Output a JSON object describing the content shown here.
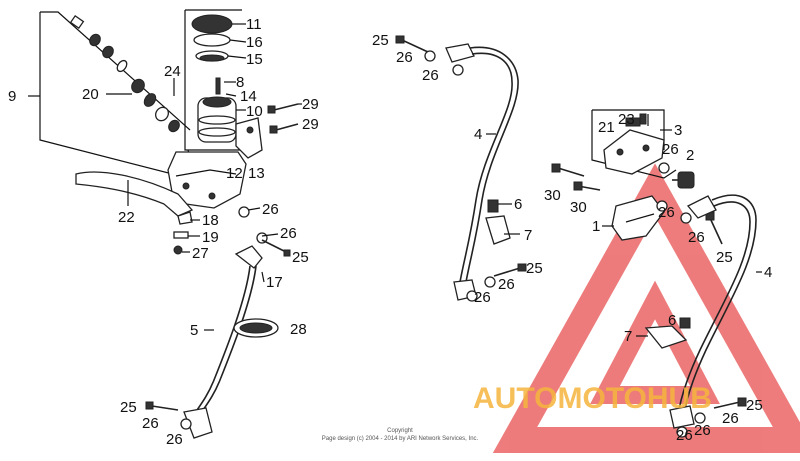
{
  "callouts": [
    {
      "id": "c11",
      "text": "11"
    },
    {
      "id": "c16",
      "text": "16"
    },
    {
      "id": "c15",
      "text": "15"
    },
    {
      "id": "c24",
      "text": "24"
    },
    {
      "id": "c8",
      "text": "8"
    },
    {
      "id": "c14",
      "text": "14"
    },
    {
      "id": "c10",
      "text": "10"
    },
    {
      "id": "c29a",
      "text": "29"
    },
    {
      "id": "c29b",
      "text": "29"
    },
    {
      "id": "c9",
      "text": "9"
    },
    {
      "id": "c20",
      "text": "20"
    },
    {
      "id": "c12",
      "text": "12"
    },
    {
      "id": "c13",
      "text": "13"
    },
    {
      "id": "c22",
      "text": "22"
    },
    {
      "id": "c26a",
      "text": "26"
    },
    {
      "id": "c18",
      "text": "18"
    },
    {
      "id": "c19",
      "text": "19"
    },
    {
      "id": "c27",
      "text": "27"
    },
    {
      "id": "c26b",
      "text": "26"
    },
    {
      "id": "c25a",
      "text": "25"
    },
    {
      "id": "c17",
      "text": "17"
    },
    {
      "id": "c28",
      "text": "28"
    },
    {
      "id": "c5",
      "text": "5"
    },
    {
      "id": "c25b",
      "text": "25"
    },
    {
      "id": "c26c",
      "text": "26"
    },
    {
      "id": "c26d",
      "text": "26"
    },
    {
      "id": "c25c",
      "text": "25"
    },
    {
      "id": "c26e",
      "text": "26"
    },
    {
      "id": "c26f",
      "text": "26"
    },
    {
      "id": "c4a",
      "text": "4"
    },
    {
      "id": "c6a",
      "text": "6"
    },
    {
      "id": "c7a",
      "text": "7"
    },
    {
      "id": "c25d",
      "text": "25"
    },
    {
      "id": "c26g",
      "text": "26"
    },
    {
      "id": "c26h",
      "text": "26"
    },
    {
      "id": "c23",
      "text": "23"
    },
    {
      "id": "c21",
      "text": "21"
    },
    {
      "id": "c3",
      "text": "3"
    },
    {
      "id": "c26i",
      "text": "26"
    },
    {
      "id": "c2",
      "text": "2"
    },
    {
      "id": "c30a",
      "text": "30"
    },
    {
      "id": "c30b",
      "text": "30"
    },
    {
      "id": "c1",
      "text": "1"
    },
    {
      "id": "c26j",
      "text": "26"
    },
    {
      "id": "c26k",
      "text": "26"
    },
    {
      "id": "c25e",
      "text": "25"
    },
    {
      "id": "c4b",
      "text": "4"
    },
    {
      "id": "c6b",
      "text": "6"
    },
    {
      "id": "c7b",
      "text": "7"
    },
    {
      "id": "c26l",
      "text": "26"
    },
    {
      "id": "c25f",
      "text": "25"
    },
    {
      "id": "c26m",
      "text": "26"
    },
    {
      "id": "c26n",
      "text": "26"
    }
  ],
  "copyright": {
    "line1": "Copyright",
    "line2": "Page design (c) 2004 - 2014 by ARI Network Services, Inc."
  },
  "watermark": {
    "text": "AUTOMOTOHUB",
    "colors": {
      "orange": "#f5b53d",
      "red": "#e85050",
      "grey": "#8a8a8a"
    }
  }
}
